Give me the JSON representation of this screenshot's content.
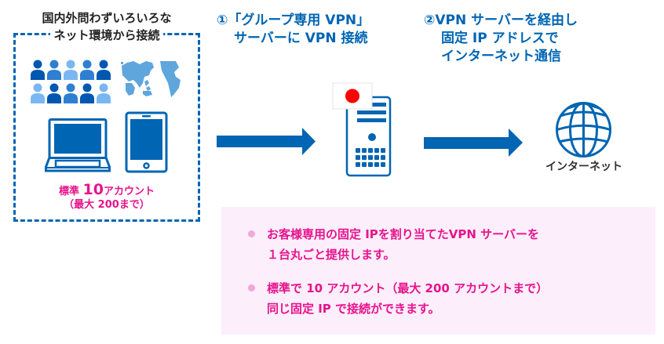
{
  "client": {
    "title_line1": "国内外問わずいろいろな",
    "title_line2": "ネット環境から接続",
    "account_prefix": "標準",
    "account_number": "10",
    "account_suffix": "アカウント",
    "account_max": "（最大 200まで）",
    "icons": [
      "people-icon",
      "world-map-icon",
      "laptop-icon",
      "tablet-icon"
    ],
    "people_colors": [
      "#0057b0",
      "#2f7fd0",
      "#7ab7f2",
      "#2f7fd0",
      "#0057b0",
      "#7ab7f2",
      "#0057b0",
      "#2f7fd0",
      "#0057b0",
      "#7ab7f2"
    ]
  },
  "step1": {
    "line1": "①「グループ専用 VPN」",
    "line2": "サーバーに VPN 接続"
  },
  "step2": {
    "line1": "②VPN サーバーを経由し",
    "line2": "固定 IP アドレスで",
    "line3": "インターネット通信"
  },
  "server": {
    "flag": "japan-flag"
  },
  "internet": {
    "label": "インターネット"
  },
  "info": {
    "bullets": [
      {
        "line1": "お客様専用の固定 IPを割り当てたVPN サーバーを",
        "line2": "１台丸ごと提供します。"
      },
      {
        "line1": "標準で 10 アカウント（最大 200 アカウントまで）",
        "line2": "同じ固定 IP で接続ができます。"
      }
    ]
  },
  "colors": {
    "primary_blue": "#0065b3",
    "accent_pink": "#e6148c",
    "info_bg": "#fdeefc",
    "bullet_dot": "#f0a8d4",
    "map_blue": "#5ea6dc",
    "flag_red": "#ff0000"
  }
}
